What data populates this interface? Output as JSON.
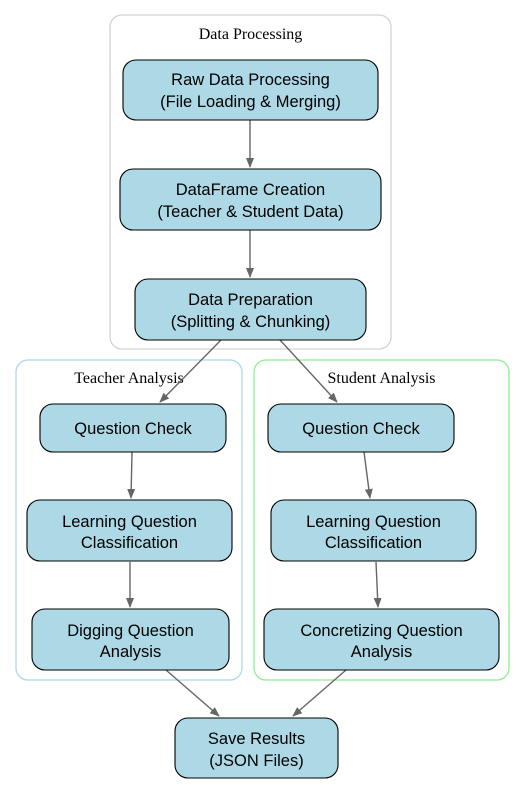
{
  "colors": {
    "node_fill": "#add8e6",
    "node_stroke": "#000000",
    "edge": "#666666",
    "cluster_processing_border": "#d3d3d3",
    "cluster_teacher_border": "#add8e6",
    "cluster_student_border": "#90ee90"
  },
  "clusters": {
    "processing": {
      "label": "Data Processing"
    },
    "teacher": {
      "label": "Teacher Analysis"
    },
    "student": {
      "label": "Student Analysis"
    }
  },
  "nodes": {
    "raw": {
      "line1": "Raw Data Processing",
      "line2": "(File Loading & Merging)"
    },
    "dataframe": {
      "line1": "DataFrame Creation",
      "line2": "(Teacher & Student Data)"
    },
    "prep": {
      "line1": "Data Preparation",
      "line2": "(Splitting & Chunking)"
    },
    "t_check": {
      "line1": "Question Check"
    },
    "t_learning": {
      "line1": "Learning Question",
      "line2": "Classification"
    },
    "t_digging": {
      "line1": "Digging Question",
      "line2": "Analysis"
    },
    "s_check": {
      "line1": "Question Check"
    },
    "s_learning": {
      "line1": "Learning Question",
      "line2": "Classification"
    },
    "s_concretizing": {
      "line1": "Concretizing Question",
      "line2": "Analysis"
    },
    "save": {
      "line1": "Save Results",
      "line2": "(JSON Files)"
    }
  },
  "edges": [
    {
      "from": "raw",
      "to": "dataframe"
    },
    {
      "from": "dataframe",
      "to": "prep"
    },
    {
      "from": "prep",
      "to": "t_check"
    },
    {
      "from": "prep",
      "to": "s_check"
    },
    {
      "from": "t_check",
      "to": "t_learning"
    },
    {
      "from": "t_learning",
      "to": "t_digging"
    },
    {
      "from": "s_check",
      "to": "s_learning"
    },
    {
      "from": "s_learning",
      "to": "s_concretizing"
    },
    {
      "from": "t_digging",
      "to": "save"
    },
    {
      "from": "s_concretizing",
      "to": "save"
    }
  ]
}
